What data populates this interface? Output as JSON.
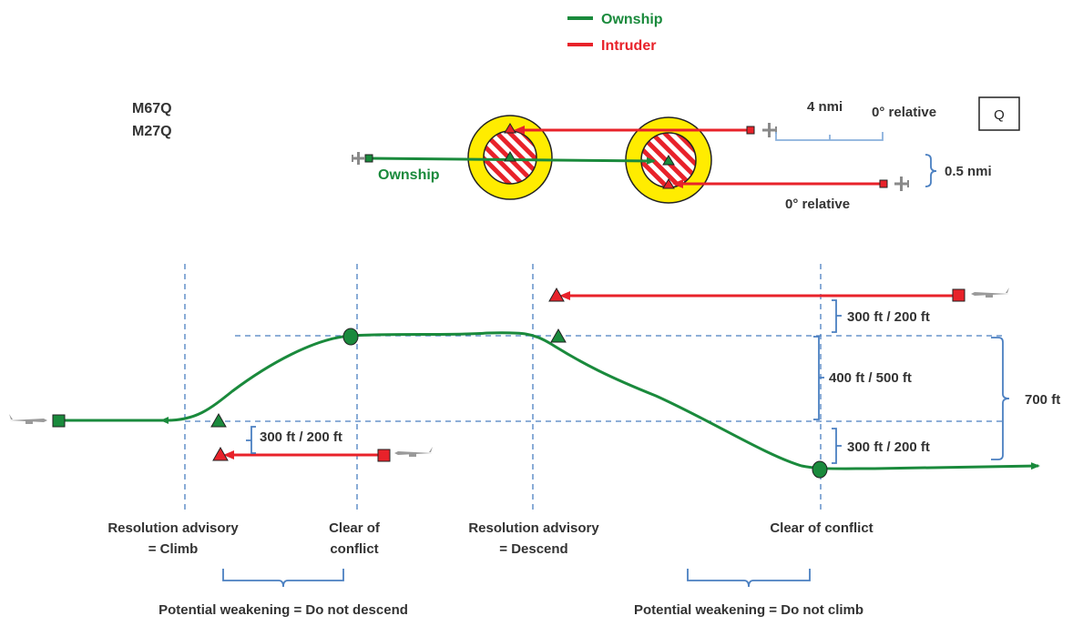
{
  "legend": {
    "ownship_label": "Ownship",
    "intruder_label": "Intruder"
  },
  "scenario": {
    "encounter_ids": [
      "M67Q",
      "M27Q"
    ],
    "q_box_label": "Q"
  },
  "top_view": {
    "ownship_label": "Ownship",
    "separation_horizontal": "4 nmi",
    "separation_lateral": "0.5 nmi",
    "relative_bearing_upper": "0° relative",
    "relative_bearing_lower": "0° relative"
  },
  "profile": {
    "upper_gap": "300 ft / 200 ft",
    "middle_gap": "400 ft / 500 ft",
    "lower_gap": "300 ft / 200 ft",
    "left_gap": "300 ft / 200 ft",
    "total_gap": "700 ft"
  },
  "annotations": {
    "ra_climb_line1": "Resolution advisory",
    "ra_climb_line2": "= Climb",
    "clear1_line1": "Clear of",
    "clear1_line2": "conflict",
    "ra_descend_line1": "Resolution advisory",
    "ra_descend_line2": "= Descend",
    "clear2": "Clear of conflict",
    "weakening_left": "Potential weakening = Do not descend",
    "weakening_right": "Potential weakening = Do not climb"
  },
  "colors": {
    "ownship": "#1a8a3c",
    "intruder": "#e8222a",
    "guide": "#4a7fc1",
    "nmac_outer": "#ffec00",
    "bracket": "#8ab0dc"
  }
}
